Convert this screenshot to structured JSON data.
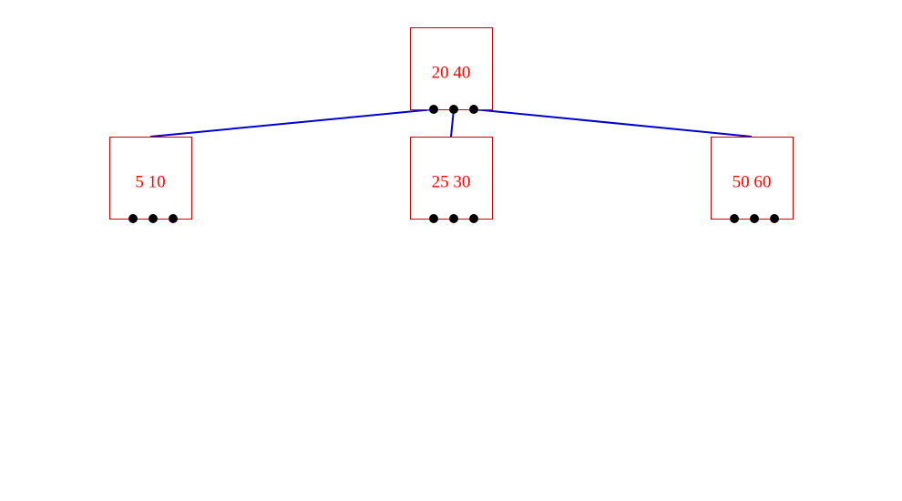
{
  "tree": {
    "type": "b-tree",
    "root": {
      "id": "root",
      "keys": "20 40",
      "children": [
        "left",
        "middle",
        "right"
      ]
    },
    "nodes": [
      {
        "id": "root",
        "keys": "20 40"
      },
      {
        "id": "left",
        "keys": "5 10"
      },
      {
        "id": "middle",
        "keys": "25 30"
      },
      {
        "id": "right",
        "keys": "50 60"
      }
    ],
    "edges": [
      {
        "from": "root",
        "pointer": 0,
        "to": "left"
      },
      {
        "from": "root",
        "pointer": 1,
        "to": "middle"
      },
      {
        "from": "root",
        "pointer": 2,
        "to": "right"
      }
    ],
    "pointers_per_node": 3
  },
  "colors": {
    "node_border": "#cc0000",
    "node_text": "#ff0000",
    "edge": "#0000cc",
    "pointer": "#000000"
  }
}
